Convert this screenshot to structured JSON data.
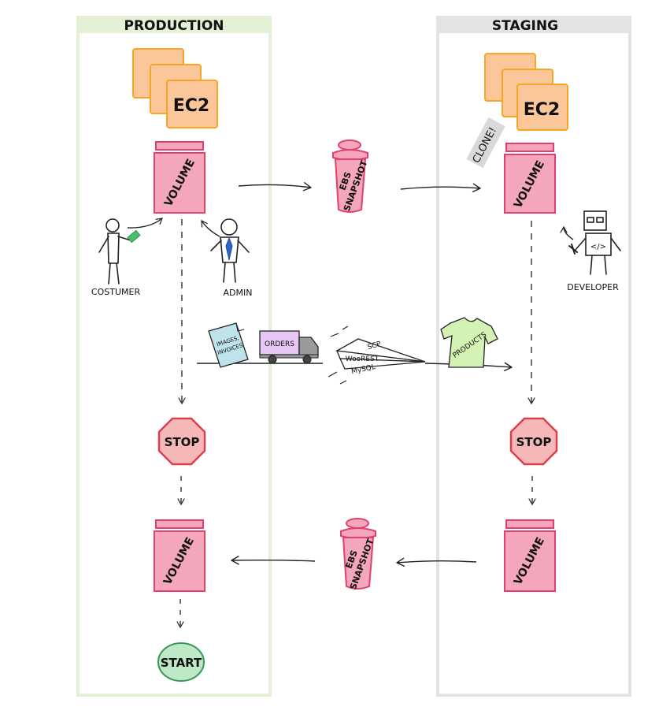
{
  "columns": {
    "production": {
      "label": "PRODUCTION"
    },
    "staging": {
      "label": "STAGING"
    }
  },
  "labels": {
    "ec2": "EC2",
    "volume": "VOLUME",
    "ebs_snapshot_line1": "EBS",
    "ebs_snapshot_line2": "SNAPSHOT",
    "clone": "CLONE!",
    "costumer": "COSTUMER",
    "admin": "ADMIN",
    "developer": "DEVELOPER",
    "images_line1": "IMAGES,",
    "images_line2": "INVOICES",
    "orders": "ORDERS",
    "scp": "SCP",
    "woorest": "WooREST",
    "mysql": "MySQL",
    "products": "PRODUCTS",
    "stop": "STOP",
    "start": "START",
    "code_glyph": "</>"
  },
  "colors": {
    "production_border": "#e4f1d6",
    "staging_border": "#e3e3e3",
    "volume_fill": "#f4a6bd",
    "volume_stroke": "#e0406a",
    "ec2_fill": "#fbc69a",
    "ec2_stroke": "#f5a623",
    "stop_fill": "#f5b7b7",
    "stop_stroke": "#d9414a",
    "start_fill": "#bfe8c8",
    "start_stroke": "#2f9a55",
    "products_fill": "#d5f2b5",
    "orders_fill": "#e6c6f5",
    "truck_fill": "#9a9a9a",
    "docs_fill": "#bfe3ea",
    "cash": "#49c06f",
    "tie": "#2b63c8"
  },
  "icons": [
    "ec2-instances-icon",
    "volume-icon",
    "ebs-snapshot-bucket-icon",
    "stop-sign-icon",
    "start-badge-icon",
    "truck-icon",
    "document-icon",
    "paper-plane-icon",
    "t-shirt-icon",
    "person-icon",
    "robot-developer-icon"
  ]
}
